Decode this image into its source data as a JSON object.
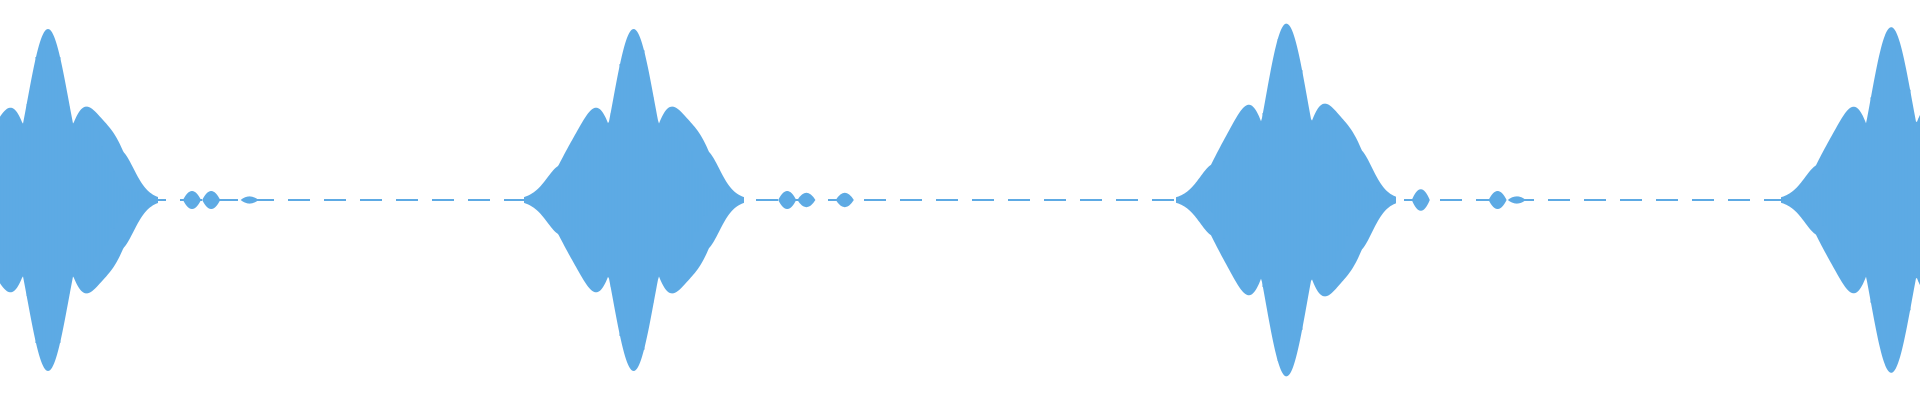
{
  "waveform": {
    "color": "#5DAAE4",
    "background": "#FFFFFF",
    "bursts": [
      {
        "center": 0.025,
        "amplitude": 0.95
      },
      {
        "center": 0.33,
        "amplitude": 0.95
      },
      {
        "center": 0.67,
        "amplitude": 0.98
      },
      {
        "center": 0.985,
        "amplitude": 0.96
      }
    ],
    "noise_blips": [
      {
        "position": 0.1,
        "amplitude": 0.05
      },
      {
        "position": 0.11,
        "amplitude": 0.05
      },
      {
        "position": 0.13,
        "amplitude": 0.02
      },
      {
        "position": 0.41,
        "amplitude": 0.05
      },
      {
        "position": 0.42,
        "amplitude": 0.04
      },
      {
        "position": 0.44,
        "amplitude": 0.04
      },
      {
        "position": 0.74,
        "amplitude": 0.06
      },
      {
        "position": 0.78,
        "amplitude": 0.05
      },
      {
        "position": 0.79,
        "amplitude": 0.02
      }
    ]
  }
}
